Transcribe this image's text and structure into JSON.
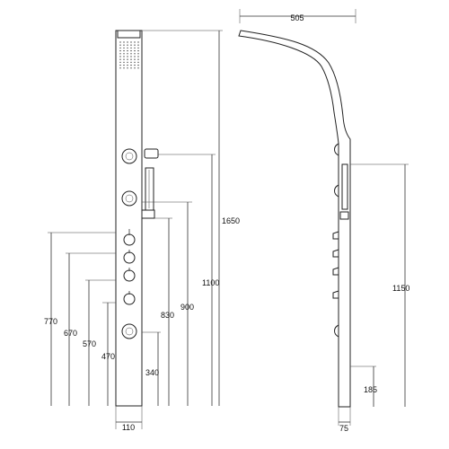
{
  "diagram": {
    "dimensions": {
      "panel_width": "110",
      "outlet_depth": "505",
      "panel_depth": "75",
      "total_height": "1650",
      "height_1100": "1100",
      "height_900": "900",
      "height_830": "830",
      "height_340": "340",
      "height_770": "770",
      "height_670": "670",
      "height_570": "570",
      "height_470": "470",
      "side_height_1150": "1150",
      "side_height_185": "185"
    },
    "colors": {
      "line": "#333333",
      "background": "#ffffff"
    }
  }
}
